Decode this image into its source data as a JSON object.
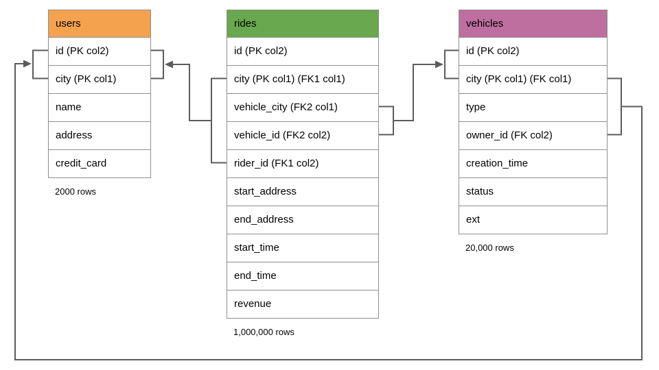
{
  "diagram": {
    "line_color": "#5b5b5b",
    "tables": {
      "users": {
        "title": "users",
        "header_color": "#f5a24f",
        "rows": [
          "id (PK col2)",
          "city (PK col1)",
          "name",
          "address",
          "credit_card"
        ],
        "row_count": "2000 rows"
      },
      "rides": {
        "title": "rides",
        "header_color": "#6aa84f",
        "rows": [
          "id (PK col2)",
          "city (PK col1) (FK1 col1)",
          "vehicle_city (FK2 col1)",
          "vehicle_id (FK2 col2)",
          "rider_id (FK1 col2)",
          "start_address",
          "end_address",
          "start_time",
          "end_time",
          "revenue"
        ],
        "row_count": "1,000,000 rows"
      },
      "vehicles": {
        "title": "vehicles",
        "header_color": "#be6e9f",
        "rows": [
          "id (PK col2)",
          "city (PK col1) (FK col1)",
          "type",
          "owner_id (FK col2)",
          "creation_time",
          "status",
          "ext"
        ],
        "row_count": "20,000 rows"
      }
    },
    "relationships": [
      {
        "from": "rides (city, rider_id)",
        "to": "users (id, city)"
      },
      {
        "from": "rides (vehicle_city, vehicle_id)",
        "to": "vehicles (id, city)"
      },
      {
        "from": "vehicles (city, owner_id)",
        "to": "users (id, city)"
      }
    ]
  }
}
